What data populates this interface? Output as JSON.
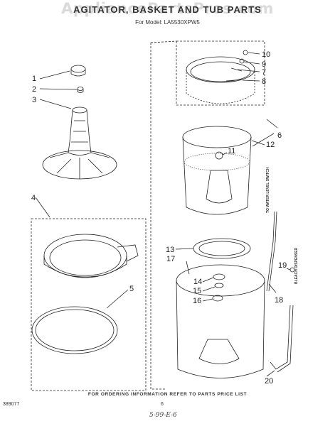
{
  "header": {
    "title": "AGITATOR, BASKET AND TUB PARTS",
    "subtitle": "For Model: LA5530XPW5",
    "watermark": "AppliancePartsPros.com"
  },
  "labels": {
    "hose_label": "TO WATER LEVEL SWITCH",
    "bleach_label": "BLEACH DISPENSER"
  },
  "callouts": [
    "1",
    "2",
    "3",
    "4",
    "5",
    "6",
    "7",
    "8",
    "9",
    "10",
    "11",
    "12",
    "13",
    "14",
    "15",
    "16",
    "17",
    "18",
    "19",
    "20"
  ],
  "footer": {
    "note": "FOR ORDERING INFORMATION REFER TO PARTS PRICE LIST",
    "code": "389077",
    "page": "6",
    "handwritten": "5-99-E-6"
  }
}
